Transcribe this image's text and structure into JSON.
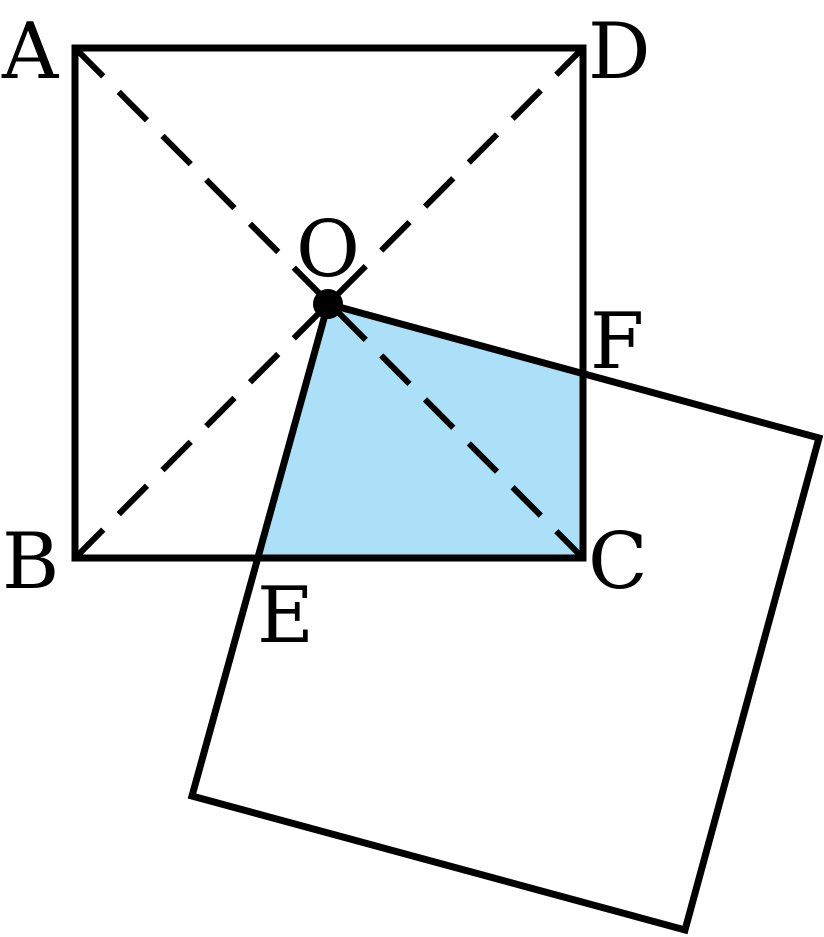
{
  "labels": {
    "A": "A",
    "B": "B",
    "C": "C",
    "D": "D",
    "O": "O",
    "E": "E",
    "F": "F"
  },
  "colors": {
    "stroke": "#000000",
    "shaded_region": "#ACDFF8",
    "background": "#FFFFFF"
  }
}
